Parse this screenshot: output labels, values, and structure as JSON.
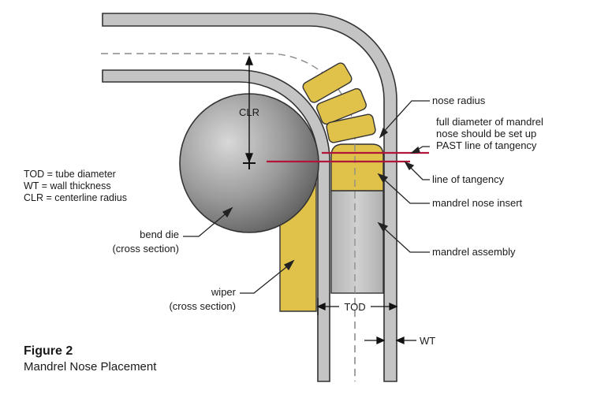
{
  "labels": {
    "clr": "CLR",
    "nose_radius": "nose radius",
    "full_diameter": [
      "full diameter of mandrel",
      "nose should be set up",
      "PAST line of tangency"
    ],
    "line_of_tangency": "line of tangency",
    "mandrel_nose_insert": "mandrel nose insert",
    "mandrel_assembly": "mandrel assembly",
    "bend_die": [
      "bend die",
      "(cross section)"
    ],
    "wiper": [
      "wiper",
      "(cross section)"
    ],
    "tod": "TOD",
    "wt": "WT"
  },
  "legend": [
    "TOD = tube diameter",
    "WT = wall thickness",
    "CLR = centerline radius"
  ],
  "figure": {
    "title": "Figure 2",
    "subtitle": "Mandrel Nose Placement"
  },
  "colors": {
    "tube_fill": "#c4c4c4",
    "outline": "#333333",
    "gold": "#e0c24a",
    "gold_dark": "#b8962c",
    "tangency_line": "#b0163a",
    "mandrel_gray": "#c0c0c0"
  }
}
